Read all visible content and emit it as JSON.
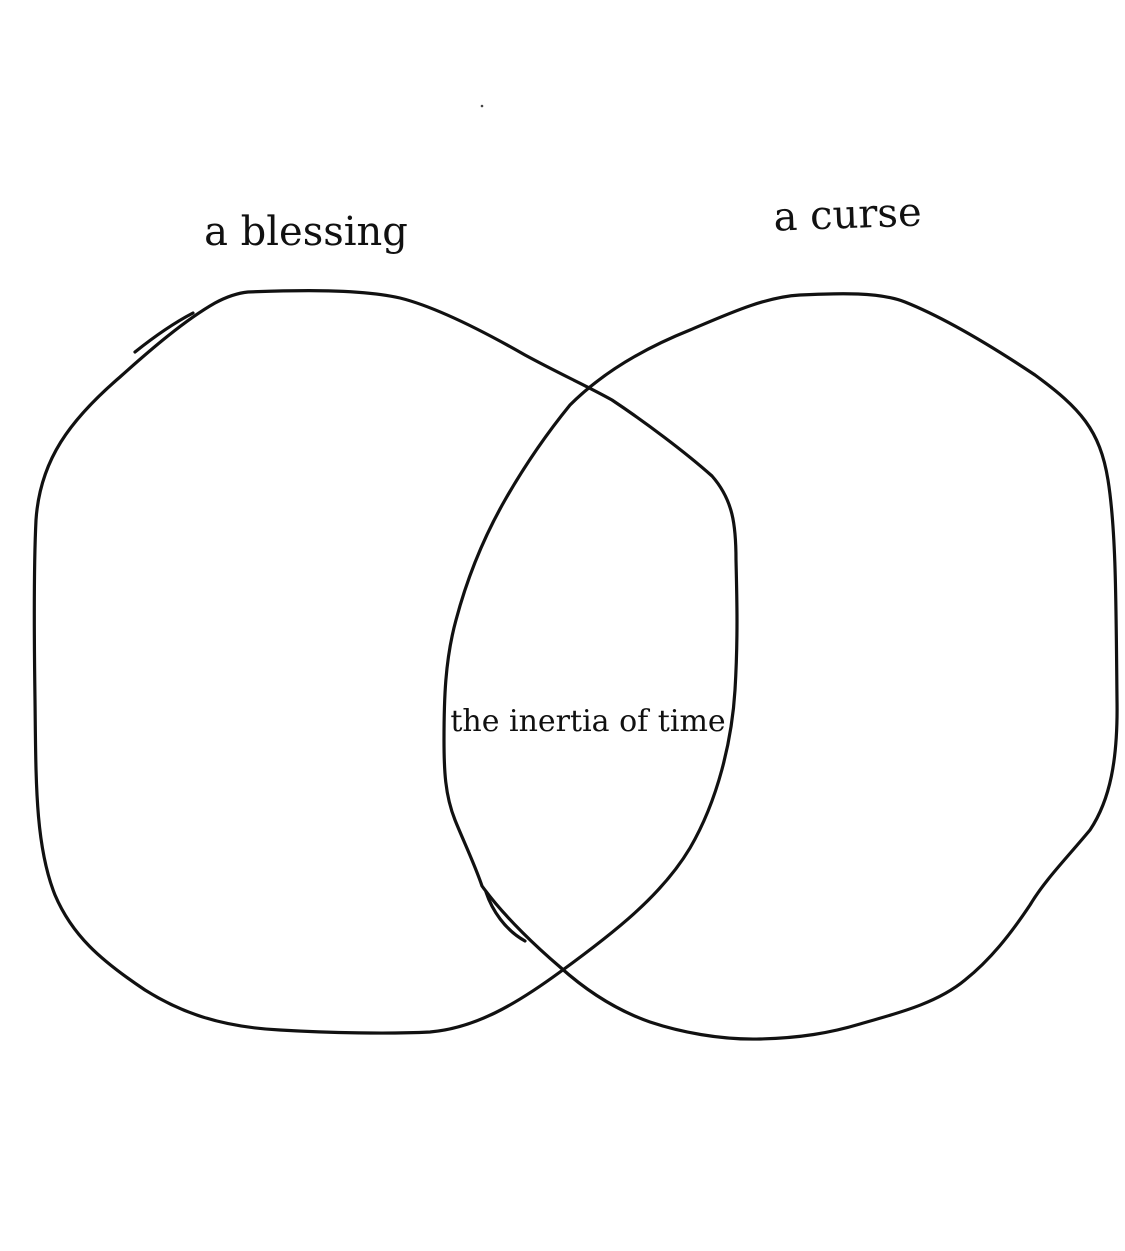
{
  "diagram": {
    "type": "venn",
    "sets": [
      {
        "label": "a blessing"
      },
      {
        "label": "a curse"
      }
    ],
    "intersection": {
      "label": "the inertia of time"
    },
    "colors": {
      "stroke": "#111111",
      "background": "#ffffff"
    }
  }
}
